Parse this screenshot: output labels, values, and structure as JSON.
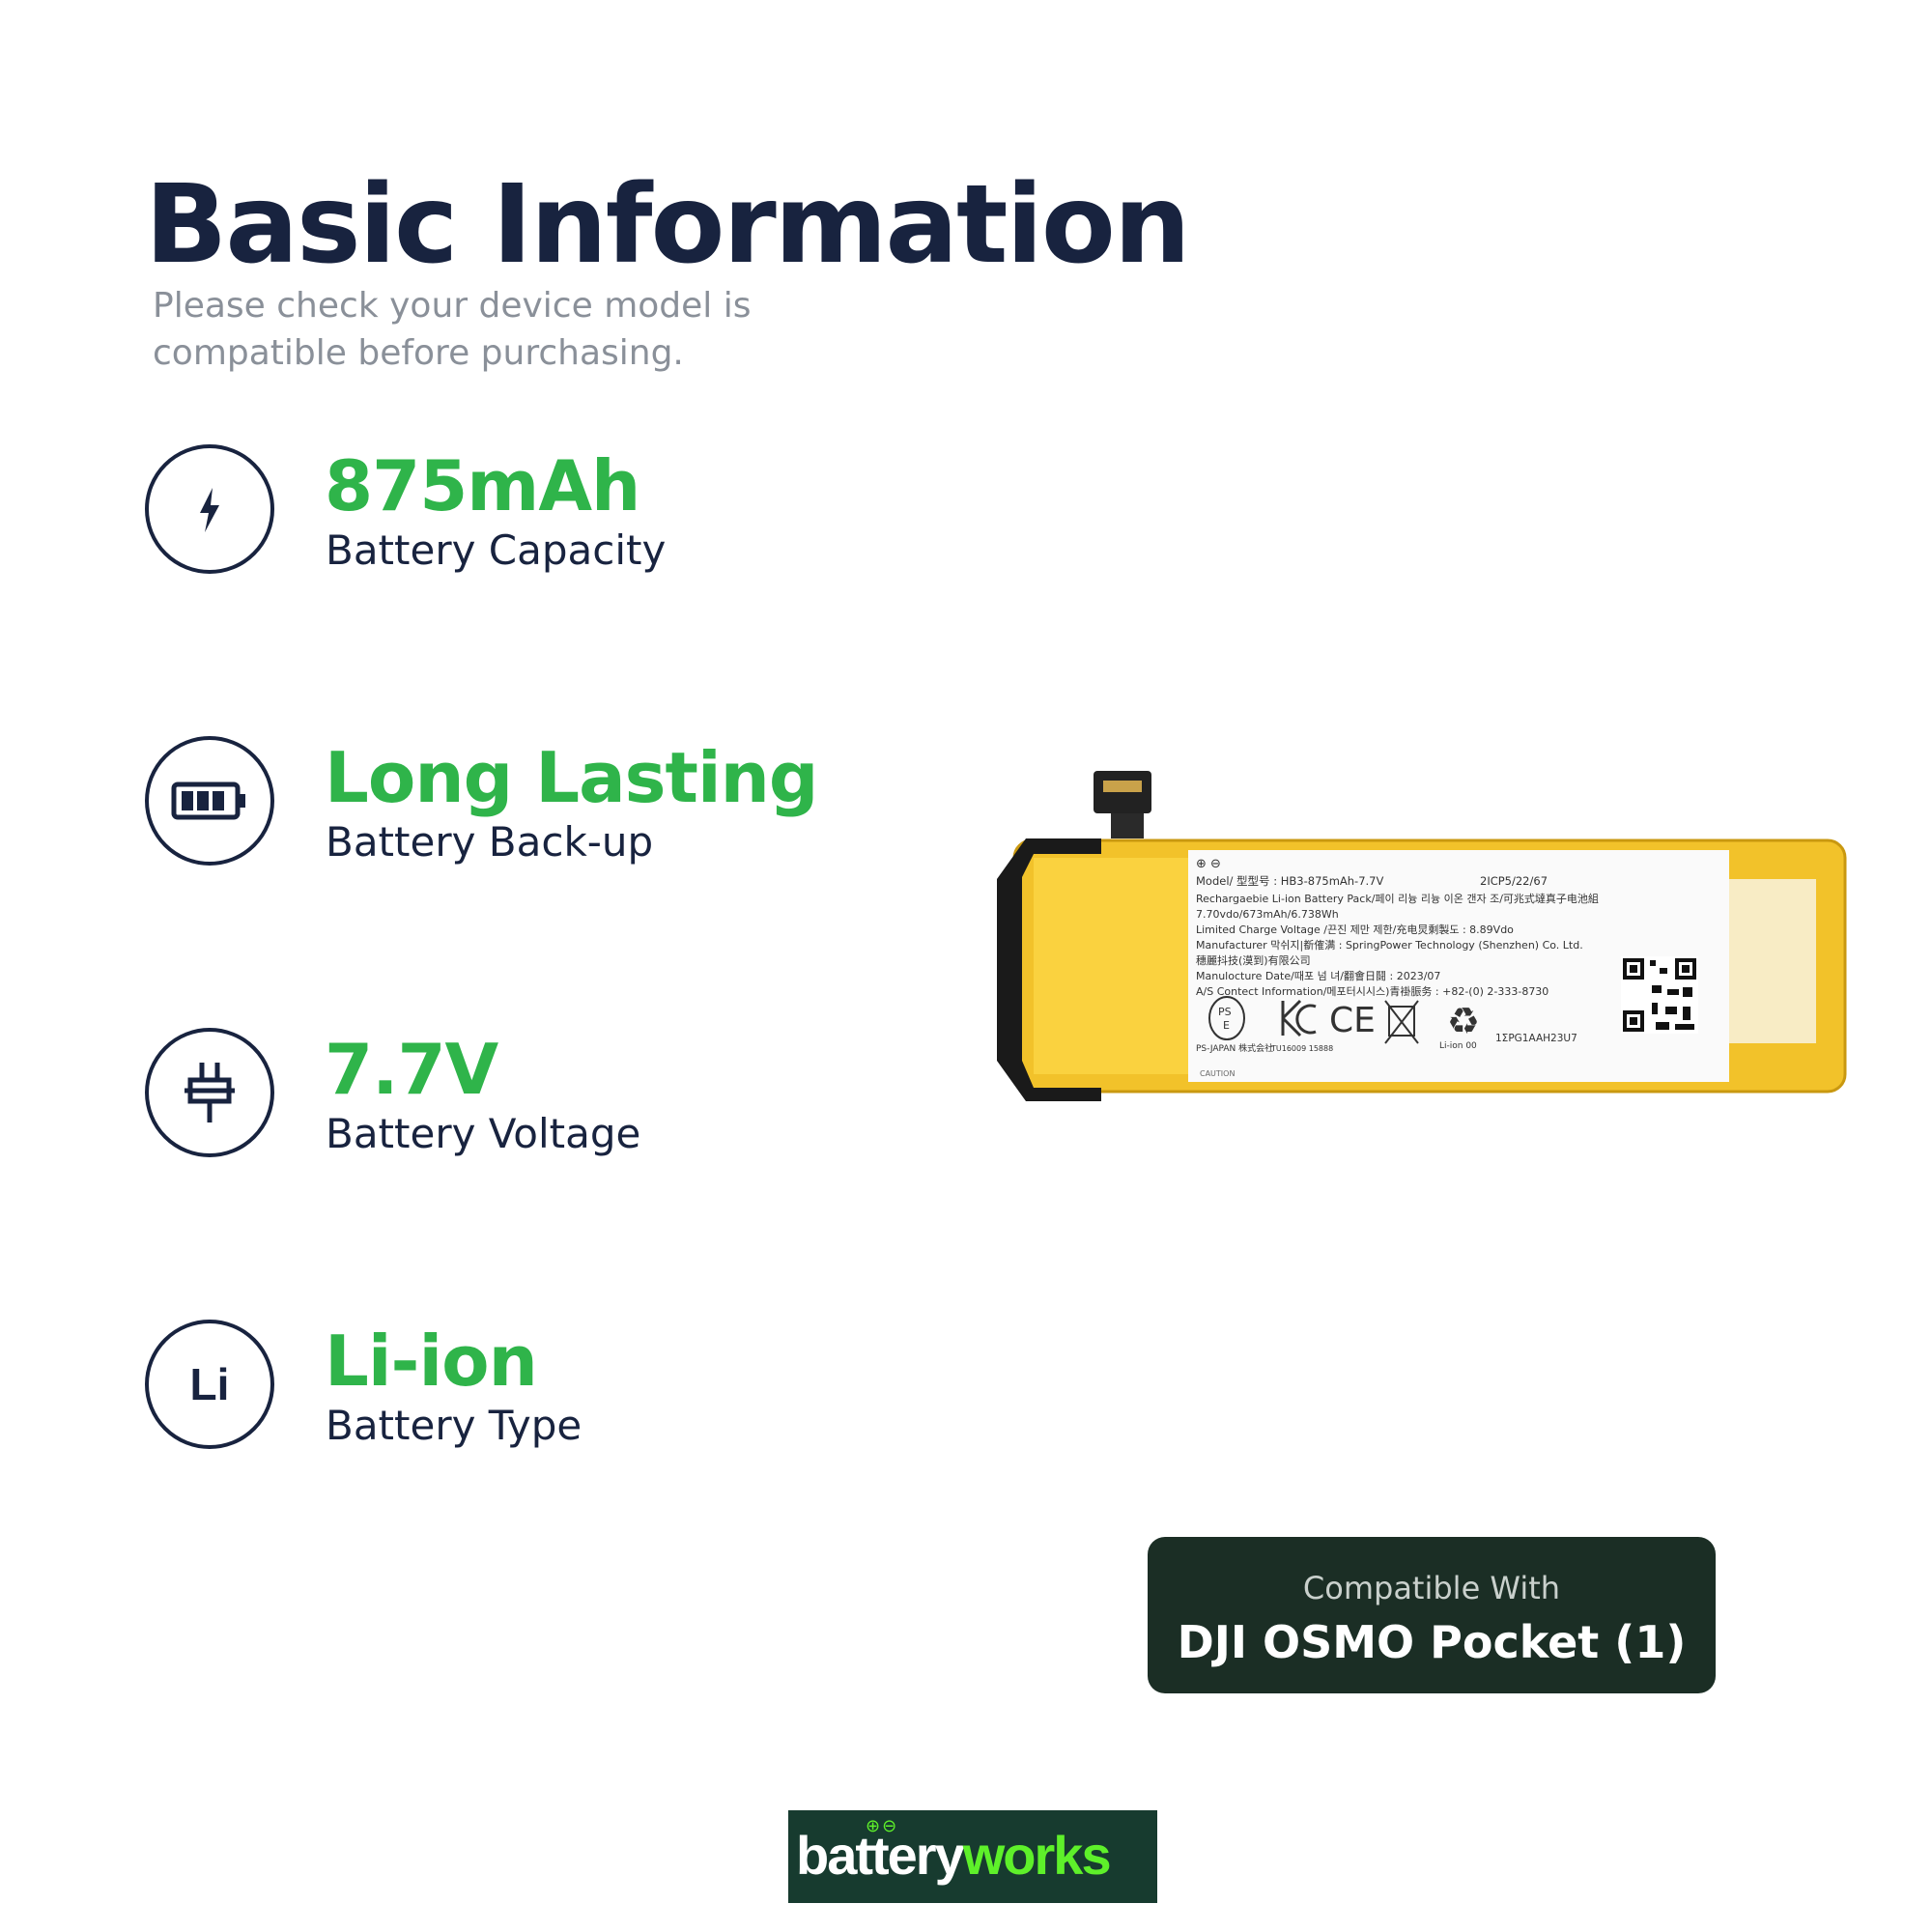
{
  "header": {
    "title": "Basic Information",
    "subtitle": "Please check your device model is compatible before purchasing."
  },
  "features": [
    {
      "value": "875mAh",
      "label": "Battery Capacity",
      "icon": "lightning-icon"
    },
    {
      "value": "Long Lasting",
      "label": "Battery Back-up",
      "icon": "battery-icon"
    },
    {
      "value": "7.7V",
      "label": "Battery Voltage",
      "icon": "plug-icon"
    },
    {
      "value": "Li-ion",
      "label": "Battery Type",
      "icon": "li-icon",
      "icon_text": "Li"
    }
  ],
  "battery_label": {
    "model": "Model/ 型型号 : HB3-875mAh-7.7V",
    "cells": "2ICP5/22/67",
    "line2": "Rechargaebie Li-ion Battery Pack/페이 리늉 리늉 이온 갠자 조/可兆式墶真子电池組",
    "line3": "7.70vdo/673mAh/6.738Wh",
    "line4": "Limited Charge Voltage /끈진 제만 제한/充电炅剩製도 : 8.89Vdo",
    "line5": "Manufacturer 막쉬지|斱傕满 : SpringPower Technology (Shenzhen) Co. Ltd.",
    "line6": "穗麗抖技(漠到)有限公司",
    "line7": "Manulocture Date/때포 넘 녀/翻會日鬪 : 2023/07",
    "line8": "A/S Contect Information/메포터시시스)青褂脤务 : +82-(0) 2-333-8730",
    "ps_text": "PS-JAPAN 株式会社",
    "kc_text": "TU16009 15888",
    "liion_text": "Li-ion 00",
    "serial": "1ΣPG1AAH23U7",
    "caution": "CAUTION"
  },
  "compatibility": {
    "label": "Compatible With",
    "device": "DJI OSMO Pocket (1)"
  },
  "logo": {
    "part1": "battery",
    "part2": "works",
    "marks": "⊕⊖"
  },
  "colors": {
    "navy": "#18233f",
    "green": "#2fb44a",
    "badge_bg": "#1b2e25",
    "logo_bg": "#173b2f",
    "logo_green": "#5ef02a"
  }
}
